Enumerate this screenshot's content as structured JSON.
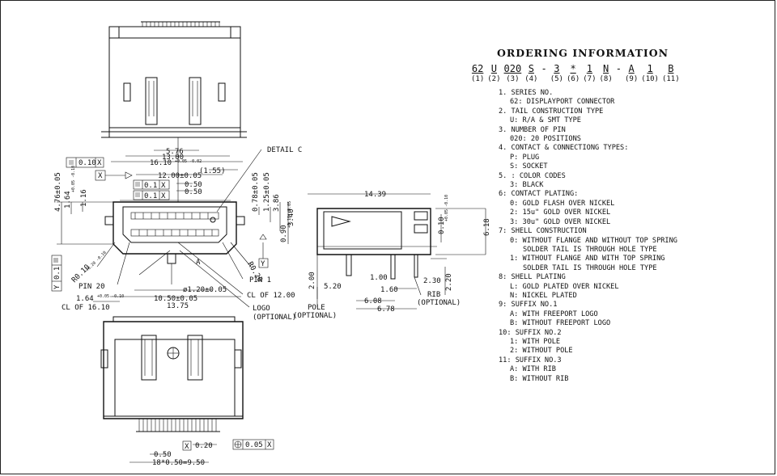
{
  "ordering": {
    "title": "ORDERING INFORMATION",
    "code": [
      {
        "value": "62",
        "num": "(1)"
      },
      {
        "value": "U",
        "num": "(2)"
      },
      {
        "value": "020",
        "num": "(3)"
      },
      {
        "value": "S",
        "num": "(4)"
      },
      {
        "value": "-",
        "num": ""
      },
      {
        "value": "3",
        "num": "(5)"
      },
      {
        "value": "*",
        "num": "(6)"
      },
      {
        "value": "1",
        "num": "(7)"
      },
      {
        "value": "N",
        "num": "(8)"
      },
      {
        "value": "-",
        "num": ""
      },
      {
        "value": "A",
        "num": "(9)"
      },
      {
        "value": "1",
        "num": "(10)"
      },
      {
        "value": "B",
        "num": "(11)"
      }
    ],
    "items": [
      {
        "title": "1. SERIES NO.",
        "options": [
          "62: DISPLAYPORT CONNECTOR"
        ]
      },
      {
        "title": "2. TAIL CONSTRUCTION TYPE",
        "options": [
          "U: R/A & SMT TYPE"
        ]
      },
      {
        "title": "3. NUMBER OF PIN",
        "options": [
          "020: 20 POSITIONS"
        ]
      },
      {
        "title": "4. CONTACT & CONNECTIONG TYPES:",
        "options": [
          "P: PLUG",
          "S: SOCKET"
        ]
      },
      {
        "title": "5. : COLOR CODES",
        "options": [
          "3: BLACK"
        ]
      },
      {
        "title": "6: CONTACT PLATING:",
        "options": [
          "0: GOLD FLASH OVER NICKEL",
          "2: 15u\" GOLD OVER NICKEL",
          "3: 30u\" GOLD OVER NICKEL"
        ]
      },
      {
        "title": "7: SHELL CONSTRUCTION",
        "options": [
          "0: WITHOUT FLANGE AND WITHOUT TOP SPRING",
          "   SOLDER TAIL IS THROUGH HOLE TYPE",
          "1: WITHOUT FLANGE AND WITH TOP SPRING",
          "   SOLDER TAIL IS THROUGH HOLE TYPE"
        ]
      },
      {
        "title": "8: SHELL PLATING",
        "options": [
          "L: GOLD PLATED OVER NICKEL",
          "N: NICKEL PLATED"
        ]
      },
      {
        "title": "9: SUFFIX NO.1",
        "options": [
          "A: WITH FREEPORT LOGO",
          "B: WITHOUT FREEPORT LOGO"
        ]
      },
      {
        "title": "10: SUFFIX NO.2",
        "options": [
          "1: WITH POLE",
          "2: WITHOUT POLE"
        ]
      },
      {
        "title": "11: SUFFIX NO.3",
        "options": [
          "A: WITH RIB",
          "B: WITHOUT RIB"
        ]
      }
    ]
  },
  "front_view": {
    "dim_576": "5.76",
    "dim_1300": "13.00",
    "dim_1610": "16.10",
    "dim_1610_tol": "+0.05 -0.02",
    "dim_1200": "12.00±0.05",
    "dim_155": "(1.55)",
    "dim_050": "0.50",
    "dim_050b": "0.50",
    "dim_476": "4.76±0.05",
    "dim_164": "1.64",
    "dim_164_tol": "+0.05 -0.10",
    "dim_116": "1.16",
    "dim_078": "0.78±0.05",
    "dim_125": "1.25±0.05",
    "dim_386": "3.86",
    "dim_340": "3.40",
    "dim_090": "0.90",
    "dim_090_tol": "+0.10 -0.05",
    "dim_1050": "10.50±0.05",
    "dim_1375": "13.75",
    "dim_164b": "1.64",
    "dim_164b_tol": "+0.05 -0.10",
    "dim_phi120": "ø1.20±0.05",
    "r010": "R0.10",
    "r010_tol": "+0.20 -0.10",
    "r020": "R0.20",
    "detail_c": "DETAIL C",
    "pin20": "PIN 20",
    "pin1": "PIN 1",
    "cl1200": "CL OF 12.00",
    "cl1610": "CL OF 16.10",
    "logo": "LOGO",
    "logo_opt": "(OPTIONAL)",
    "pole": "POLE",
    "pole_opt": "(OPTIONAL)",
    "fcf1_val": "0.10",
    "fcf1_ref": "X",
    "fcf2_val": "0.1",
    "fcf2_ref": "X",
    "fcf3_val": "0.1",
    "fcf3_ref": "X",
    "fcf4_val": "0.1",
    "fcf4_ref": "Y",
    "datum_x": "X",
    "datum_y": "Y",
    "label_a": "A"
  },
  "side_view": {
    "dim_1439": "14.39",
    "dim_010": "0.10",
    "dim_010_tol": "+0.05 -0.10",
    "dim_618": "6.18",
    "dim_200": "2.00",
    "dim_520": "5.20",
    "dim_100": "1.00",
    "dim_160": "1.60",
    "dim_230": "2.30",
    "dim_220": "2.20",
    "dim_608": "6.08",
    "dim_678": "6.78",
    "rib": "RIB",
    "rib_opt": "(OPTIONAL)"
  },
  "bottom_view": {
    "dim_050": "0.50",
    "dim_020": "0.20",
    "datum_x": "X",
    "fcf_val": "0.05",
    "fcf_ref": "X",
    "dim_pitch": "18*0.50=9.50"
  }
}
